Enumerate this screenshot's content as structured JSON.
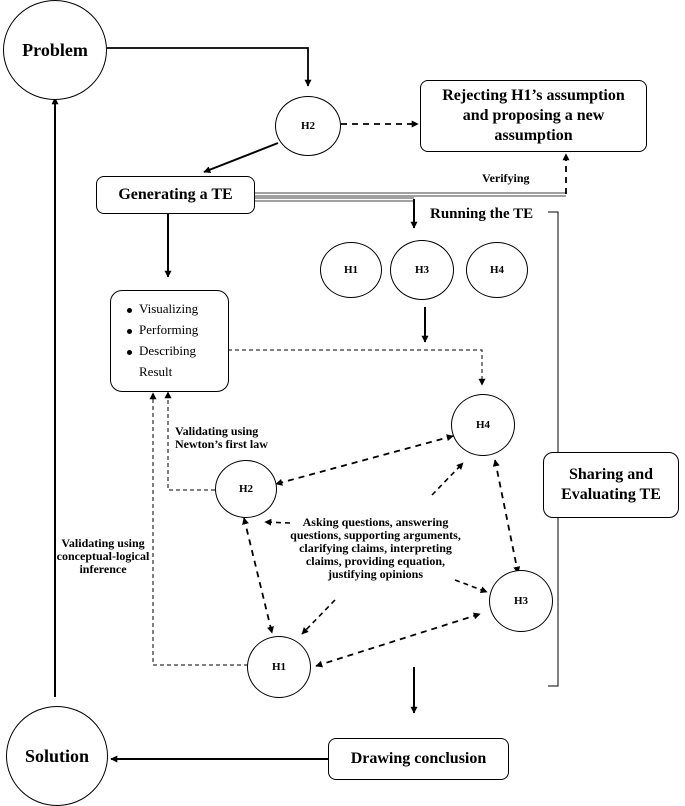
{
  "nodes": {
    "problem": "Problem",
    "solution": "Solution",
    "h2_top": "H2",
    "rejecting": "Rejecting H1’s assumption and proposing a new assumption",
    "generating": "Generating a TE",
    "h1_row": "H1",
    "h3_row": "H3",
    "h4_row": "H4",
    "h4": "H4",
    "h2": "H2",
    "h3": "H3",
    "h1": "H1",
    "sharing": "Sharing and Evaluating TE",
    "drawing": "Drawing conclusion"
  },
  "activities": {
    "items": [
      "Visualizing",
      "Performing",
      "Describing"
    ],
    "trailing": "Result"
  },
  "labels": {
    "verifying": "Verifying",
    "running": "Running the TE",
    "newton": "Validating using Newton’s first law",
    "conceptual": "Validating using conceptual-logical inference",
    "discussion": "Asking questions, answering questions, supporting arguments, clarifying claims, interpreting claims, providing equation, justifying opinions"
  }
}
